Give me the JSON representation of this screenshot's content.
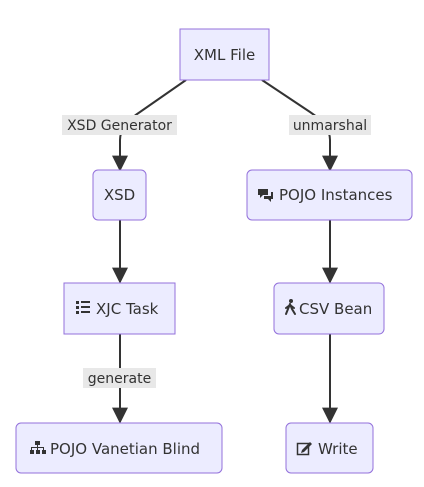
{
  "colors": {
    "node_fill": "#ECECFF",
    "node_stroke": "#9370DB",
    "edge": "#333333",
    "edge_label_bg": "#e8e8e8",
    "text": "#333333"
  },
  "nodes": {
    "xml_file": {
      "label": "XML File"
    },
    "xsd": {
      "label": "XSD"
    },
    "xjc_task": {
      "label": "XJC Task",
      "icon": "tasks-icon"
    },
    "pojo_vanetian_blind": {
      "label": "POJO Vanetian Blind",
      "icon": "sitemap-icon"
    },
    "pojo_instances": {
      "label": "POJO Instances",
      "icon": "comments-icon"
    },
    "csv_bean": {
      "label": "CSV Bean",
      "icon": "walking-person-icon"
    },
    "write": {
      "label": "Write",
      "icon": "edit-icon"
    }
  },
  "edges": {
    "xsd_generator": {
      "label": "XSD Generator"
    },
    "unmarshal": {
      "label": "unmarshal"
    },
    "generate": {
      "label": "generate"
    }
  }
}
